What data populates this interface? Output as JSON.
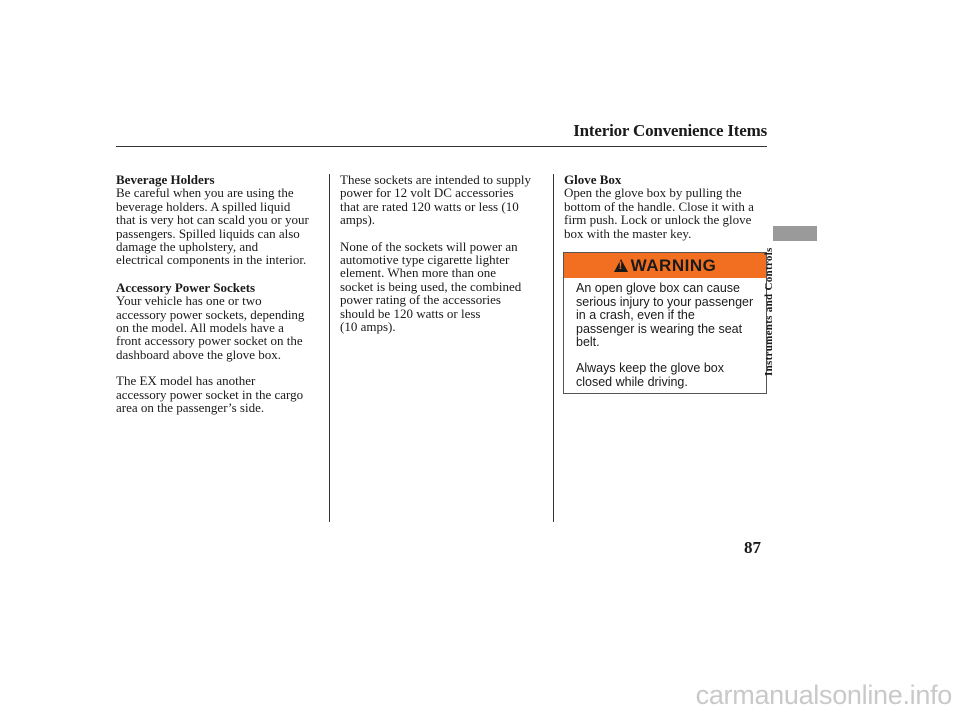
{
  "header": {
    "title": "Interior Convenience Items"
  },
  "column1": {
    "beverage_heading": "Beverage Holders",
    "beverage_text": "Be careful when you are using the\nbeverage holders. A spilled liquid\nthat is very hot can scald you or your\npassengers. Spilled liquids can also\ndamage the upholstery, and\nelectrical components in the interior.",
    "sockets_heading": "Accessory Power Sockets",
    "sockets_text": "Your vehicle has one or two\naccessory power sockets, depending\non the model. All models have a\nfront accessory power socket on the\ndashboard above the glove box.",
    "ex_text": "The EX model has another\naccessory power socket in the cargo\narea on the passenger’s side."
  },
  "column2": {
    "para1": "These sockets are intended to supply\npower for 12 volt DC accessories\nthat are rated 120 watts or less  (10\namps).",
    "para2": "None of the sockets will power an\nautomotive type cigarette lighter\nelement. When more than one\nsocket is being used, the combined\npower rating of the accessories\nshould be 120 watts or less\n(10 amps)."
  },
  "column3": {
    "glove_heading": "Glove Box",
    "glove_text": "Open the glove box by pulling the\nbottom of the handle. Close it with a\nfirm push. Lock or unlock the glove\nbox with the master key."
  },
  "warning": {
    "label": "WARNING",
    "text1": "An open glove box can cause\nserious injury to your passenger\nin a crash, even if the\npassenger is wearing the seat\nbelt.",
    "text2": "Always keep the glove box\nclosed while driving.",
    "bar_color": "#f26f21",
    "icon": "warning-triangle-icon"
  },
  "side": {
    "section_label": "Instruments and Controls"
  },
  "footer": {
    "page_number": "87"
  },
  "watermark": {
    "text": "carmanualsonline.info"
  }
}
